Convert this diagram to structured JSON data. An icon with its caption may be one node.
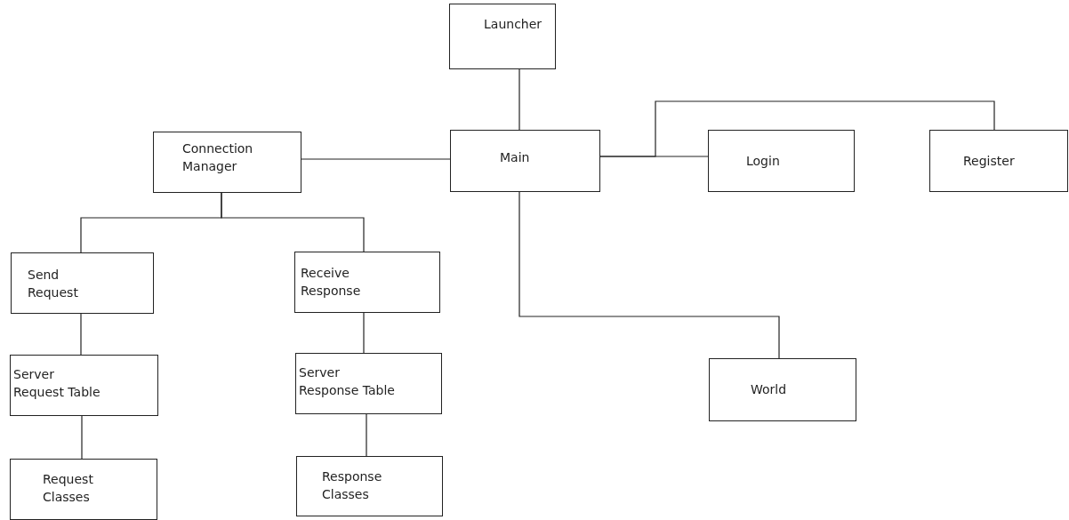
{
  "diagram": {
    "nodes": [
      {
        "text": [
          "Launcher"
        ]
      },
      {
        "text": [
          "Connection Manager"
        ]
      },
      {
        "text": [
          "Main"
        ]
      },
      {
        "text": [
          "Login"
        ]
      },
      {
        "text": [
          "Register"
        ]
      },
      {
        "text": [
          "Send Request"
        ]
      },
      {
        "text": [
          "Receive Response"
        ]
      },
      {
        "text": [
          "Server Request Table"
        ]
      },
      {
        "text": [
          "Server Response Table"
        ]
      },
      {
        "text": [
          "World"
        ]
      },
      {
        "text": [
          "Request Classes"
        ]
      },
      {
        "text": [
          "Response Classes"
        ]
      }
    ],
    "edges": [
      {
        "from": 0,
        "to": 2,
        "arrow": "none"
      },
      {
        "from": 2,
        "to": 1,
        "arrow": "none"
      },
      {
        "from": 2,
        "to": 3,
        "arrow": "none"
      },
      {
        "from": 2,
        "to": 4,
        "arrow": "none"
      },
      {
        "from": 2,
        "to": 9,
        "arrow": "none"
      },
      {
        "from": 1,
        "to": 5,
        "arrow": "none"
      },
      {
        "from": 1,
        "to": 6,
        "arrow": "none"
      },
      {
        "from": 5,
        "to": 7,
        "arrow": "none"
      },
      {
        "from": 6,
        "to": 8,
        "arrow": "none"
      },
      {
        "from": 7,
        "to": 10,
        "arrow": "none"
      },
      {
        "from": 8,
        "to": 11,
        "arrow": "none"
      }
    ]
  }
}
